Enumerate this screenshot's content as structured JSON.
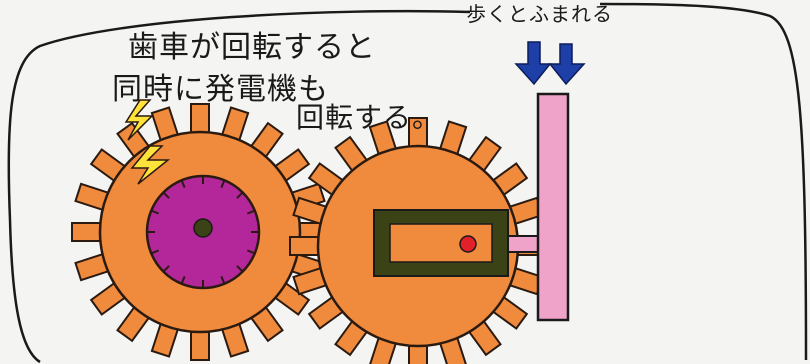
{
  "caption": {
    "line1": "歯車が回転すると",
    "line2": "同時に発電機も",
    "line3": "回転する。"
  },
  "top_text": "歩くとふまれる",
  "colors": {
    "gear_fill": "#f08a3c",
    "gear_outline": "#2a1a10",
    "generator_fill": "#b4279b",
    "slot_frame": "#3b4216",
    "lever_fill": "#f0a3c8",
    "arrow_fill": "#1e3fa8",
    "spark_fill": "#ffe33a",
    "red_dot": "#e0202a"
  },
  "icons": [
    "spark-icon",
    "down-arrow-icon"
  ]
}
